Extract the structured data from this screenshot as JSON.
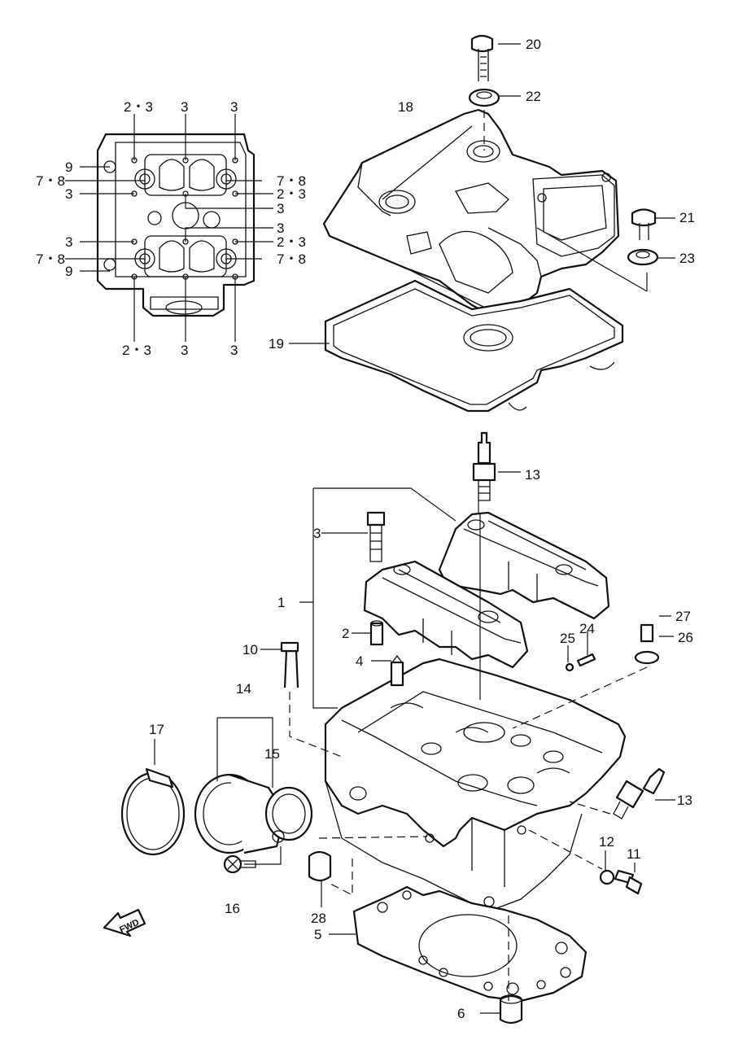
{
  "callouts": {
    "c1": "1",
    "c2": "2",
    "c3": "3",
    "c4": "4",
    "c5": "5",
    "c6": "6",
    "c10": "10",
    "c11": "11",
    "c12": "12",
    "c13a": "13",
    "c13b": "13",
    "c14": "14",
    "c15": "15",
    "c16": "16",
    "c17": "17",
    "c18": "18",
    "c19": "19",
    "c20": "20",
    "c21": "21",
    "c22": "22",
    "c23": "23",
    "c24": "24",
    "c25": "25",
    "c26": "26",
    "c27": "27",
    "c28": "28"
  },
  "inset": {
    "top": [
      "2・3",
      "3",
      "3"
    ],
    "bottom": [
      "2・3",
      "3",
      "3"
    ],
    "left": [
      "9",
      "7・8",
      "3",
      "3",
      "7・8",
      "9"
    ],
    "right": [
      "7・8",
      "2・3",
      "3",
      "3",
      "2・3",
      "7・8"
    ]
  },
  "fwd_label": "FWD"
}
